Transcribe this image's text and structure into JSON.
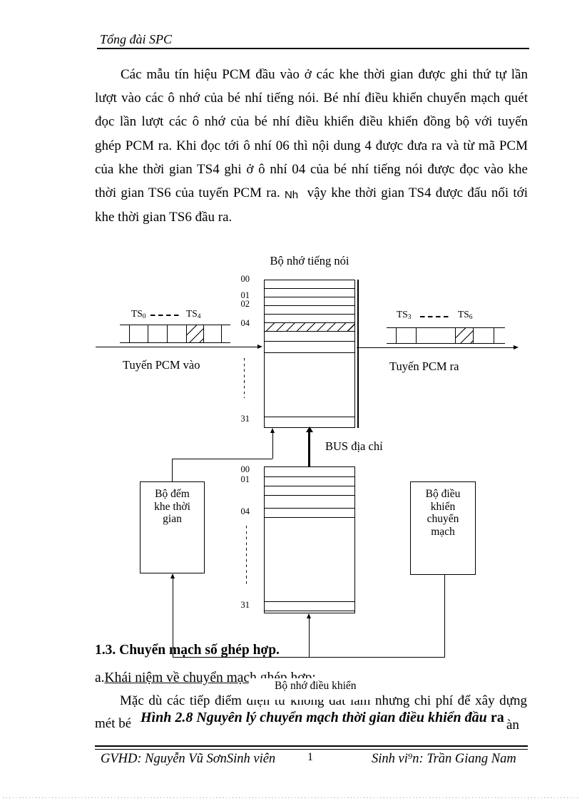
{
  "header": {
    "title": "Tổng đài SPC"
  },
  "intro": {
    "lines": [
      {
        "text": "Các mẫu tín hiệu PCM đầu vào ở các khe thời gian được ghi thứ tự lần",
        "indent": true
      },
      {
        "text": "lượt vào các ô nhớ của bé nhí tiếng nói. Bé nhí điều khiển chuyển mạch quét"
      },
      {
        "text": "đọc lần lượt các ô nhớ của bé nhí điều khiển điều khiển đồng bộ với tuyến"
      },
      {
        "text": "ghép PCM ra. Khi đọc tới ô nhí 06 thì nội dung 4 được đưa ra và từ mã PCM"
      },
      {
        "text": "của khe thời gian TS4 ghi ở ô nhí 04 của bé nhí tiếng nói được đọc vào khe"
      },
      {
        "pre": "thời gian TS6 của tuyến PCM ra. ",
        "alt": "Nh",
        "post": "  vậy khe thời gian TS4 được đấu nối tới"
      },
      {
        "text": "khe thời gian TS6 đầu ra.",
        "last": true
      }
    ]
  },
  "diagram": {
    "speech_memory_title": "Bộ nhớ tiếng nói",
    "pcm_in_label": "Tuyến PCM vào",
    "pcm_out_label": "Tuyến PCM ra",
    "bus_label": "BUS địa chỉ",
    "control_memory_label": "Bộ nhớ điều khiển",
    "ts_in_first": {
      "base": "TS",
      "sub": "0"
    },
    "ts_in_last": {
      "base": "TS",
      "sub": "4"
    },
    "ts_out_first": {
      "base": "TS",
      "sub": "3"
    },
    "ts_out_last": {
      "base": "TS",
      "sub": "6"
    },
    "speech_rows": [
      {
        "text": "00",
        "clipped": true
      },
      {
        "text": "01",
        "clipped": true
      },
      {
        "text": "02",
        "clipped": true
      },
      {
        "text": "04",
        "clipped": true
      },
      {
        "text": "31"
      }
    ],
    "control_rows": [
      {
        "text": "00",
        "clipped": true
      },
      {
        "text": "01",
        "clipped": true
      },
      {
        "text": "04"
      },
      {
        "text": "31"
      }
    ],
    "counter_box_lines": [
      "Bộ đếm",
      "khe thời",
      "gian"
    ],
    "controller_box_lines": [
      "Bộ điều",
      "khiển",
      "chuyển",
      "mạch"
    ]
  },
  "section": {
    "heading": "1.3. Chuyển mạch số ghép hợp.",
    "sub_prefix": "a.",
    "sub_underlined": "Khái niệm về chuyển mạch ghép hợp:",
    "body_line": "Mặc dù các tiếp điểm điện tử không đắt lắm nhưng chi phí để xây dựng",
    "body_fragment_left": "mét bé",
    "body_fragment_right": "àn",
    "caption_italic": "Hình 2.8 Nguyên lý chuyển mạch thời gian điều khiển đầu",
    "caption_upright": "ra"
  },
  "footer": {
    "left": "GVHD: Nguyễn Vũ SơnSinh viên",
    "page_number": "1",
    "right": "Sinh vi⁹n: Trần Giang Nam"
  }
}
